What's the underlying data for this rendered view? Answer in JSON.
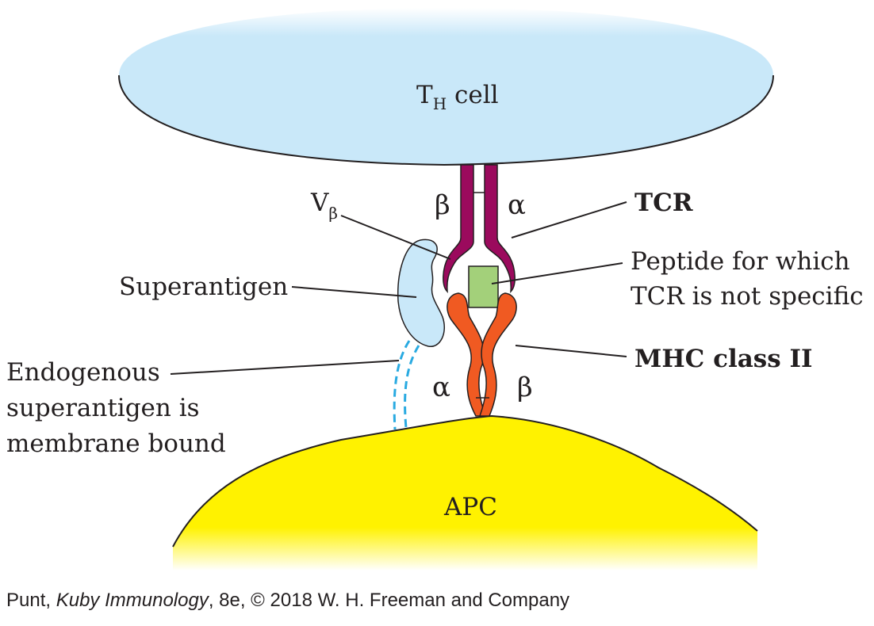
{
  "cells": {
    "th_cell_label": "T",
    "th_cell_subscript": "H",
    "th_cell_suffix": " cell",
    "apc_label": "APC"
  },
  "chains": {
    "tcr_beta": "β",
    "tcr_alpha": "α",
    "mhc_alpha": "α",
    "mhc_beta": "β"
  },
  "labels": {
    "tcr": "TCR",
    "vbeta_main": "V",
    "vbeta_sub": "β",
    "superantigen": "Superantigen",
    "peptide_line1": "Peptide for which",
    "peptide_line2": "TCR is not specific",
    "mhc": "MHC class II",
    "endogenous_line1": "Endogenous",
    "endogenous_line2": "superantigen is",
    "endogenous_line3": "membrane bound"
  },
  "credit": {
    "author": "Punt, ",
    "book": "Kuby Immunology",
    "rest": ", 8e, © 2018 W. H. Freeman and Company"
  },
  "colors": {
    "th_cell": "#c9e8f9",
    "apc": "#fff200",
    "tcr": "#9b0a5d",
    "mhc": "#f05a22",
    "peptide": "#a3d07a",
    "superantigen": "#c9e8f9",
    "tether": "#29aae1"
  }
}
